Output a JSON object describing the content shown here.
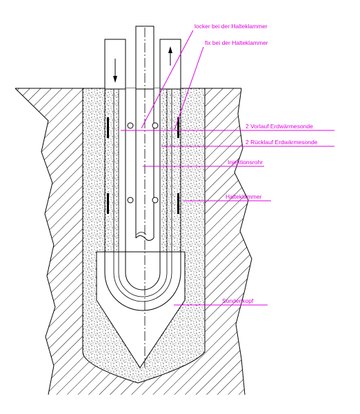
{
  "labels": {
    "locker": "locker bei der Halteklammer",
    "fix": "fix bei der Halteklammer",
    "vorlauf": "2 Vorlauf Erdwärmesonde",
    "ruecklauf": "2 Rücklauf Erdwärmesonde",
    "injektion": "Injektionsrohr",
    "halteklammer": "Halteklammer",
    "sondenkopf": "Sondenkopf"
  },
  "colors": {
    "annotation": "#e000e0",
    "linework": "#000000",
    "background": "#ffffff"
  }
}
